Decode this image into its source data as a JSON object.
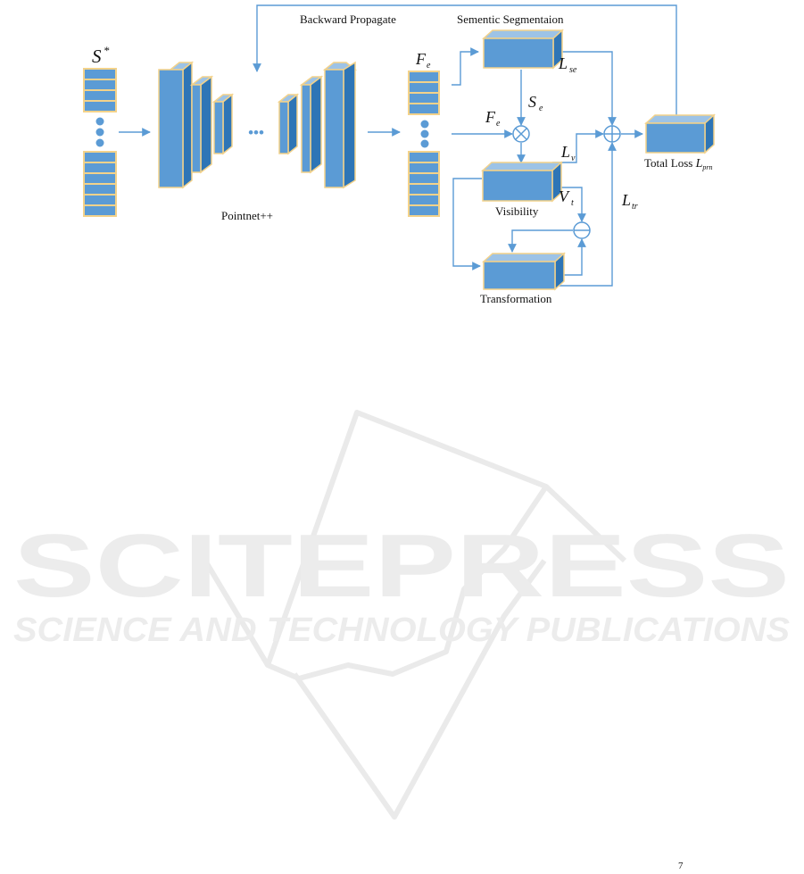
{
  "diagram": {
    "labels": {
      "backward_propagate": "Backward Propagate",
      "semantic_segmentation": "Sementic Segmentaion",
      "pointnet": "Pointnet++",
      "visibility": "Visibility",
      "transformation": "Transformation",
      "total_loss_text": "Total Loss ",
      "ellipsis": "•••"
    },
    "math": {
      "s_star": {
        "base": "S",
        "sup": "*"
      },
      "f_e_top": {
        "base": "F",
        "sub": "e"
      },
      "f_e_mid": {
        "base": "F",
        "sub": "e"
      },
      "s_e": {
        "base": "S",
        "sub": "e"
      },
      "l_se": {
        "base": "L",
        "sub": "se"
      },
      "l_v": {
        "base": "L",
        "sub": "v"
      },
      "v_t": {
        "base": "V",
        "sub": "t"
      },
      "l_tr": {
        "base": "L",
        "sub": "tr"
      },
      "l_prn": {
        "base": "L",
        "sub": "prn"
      }
    },
    "operators": {
      "multiply": "⊗",
      "add": "⊕",
      "subtract": "⊖"
    },
    "colors": {
      "block_face": "#5b9bd5",
      "block_dark": "#2e75b6",
      "block_light": "#9dc3e6",
      "block_border": "#f3d28a",
      "arrow": "#5b9bd5"
    }
  },
  "watermark": {
    "brand": "SCITEPRESS",
    "tagline": "SCIENCE AND TECHNOLOGY PUBLICATIONS"
  },
  "footer": {
    "mark": "7"
  }
}
